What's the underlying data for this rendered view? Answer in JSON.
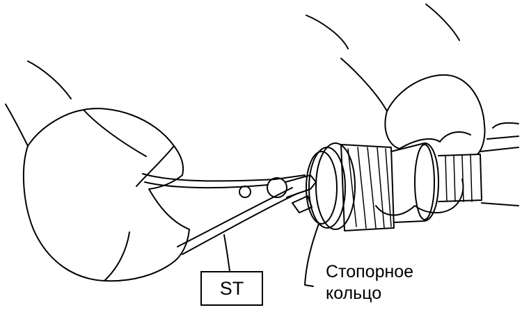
{
  "labels": {
    "tool": "ST",
    "part_line1": "Стопорное",
    "part_line2": "кольцо"
  },
  "colors": {
    "ink": "#000000",
    "paper": "#ffffff"
  }
}
